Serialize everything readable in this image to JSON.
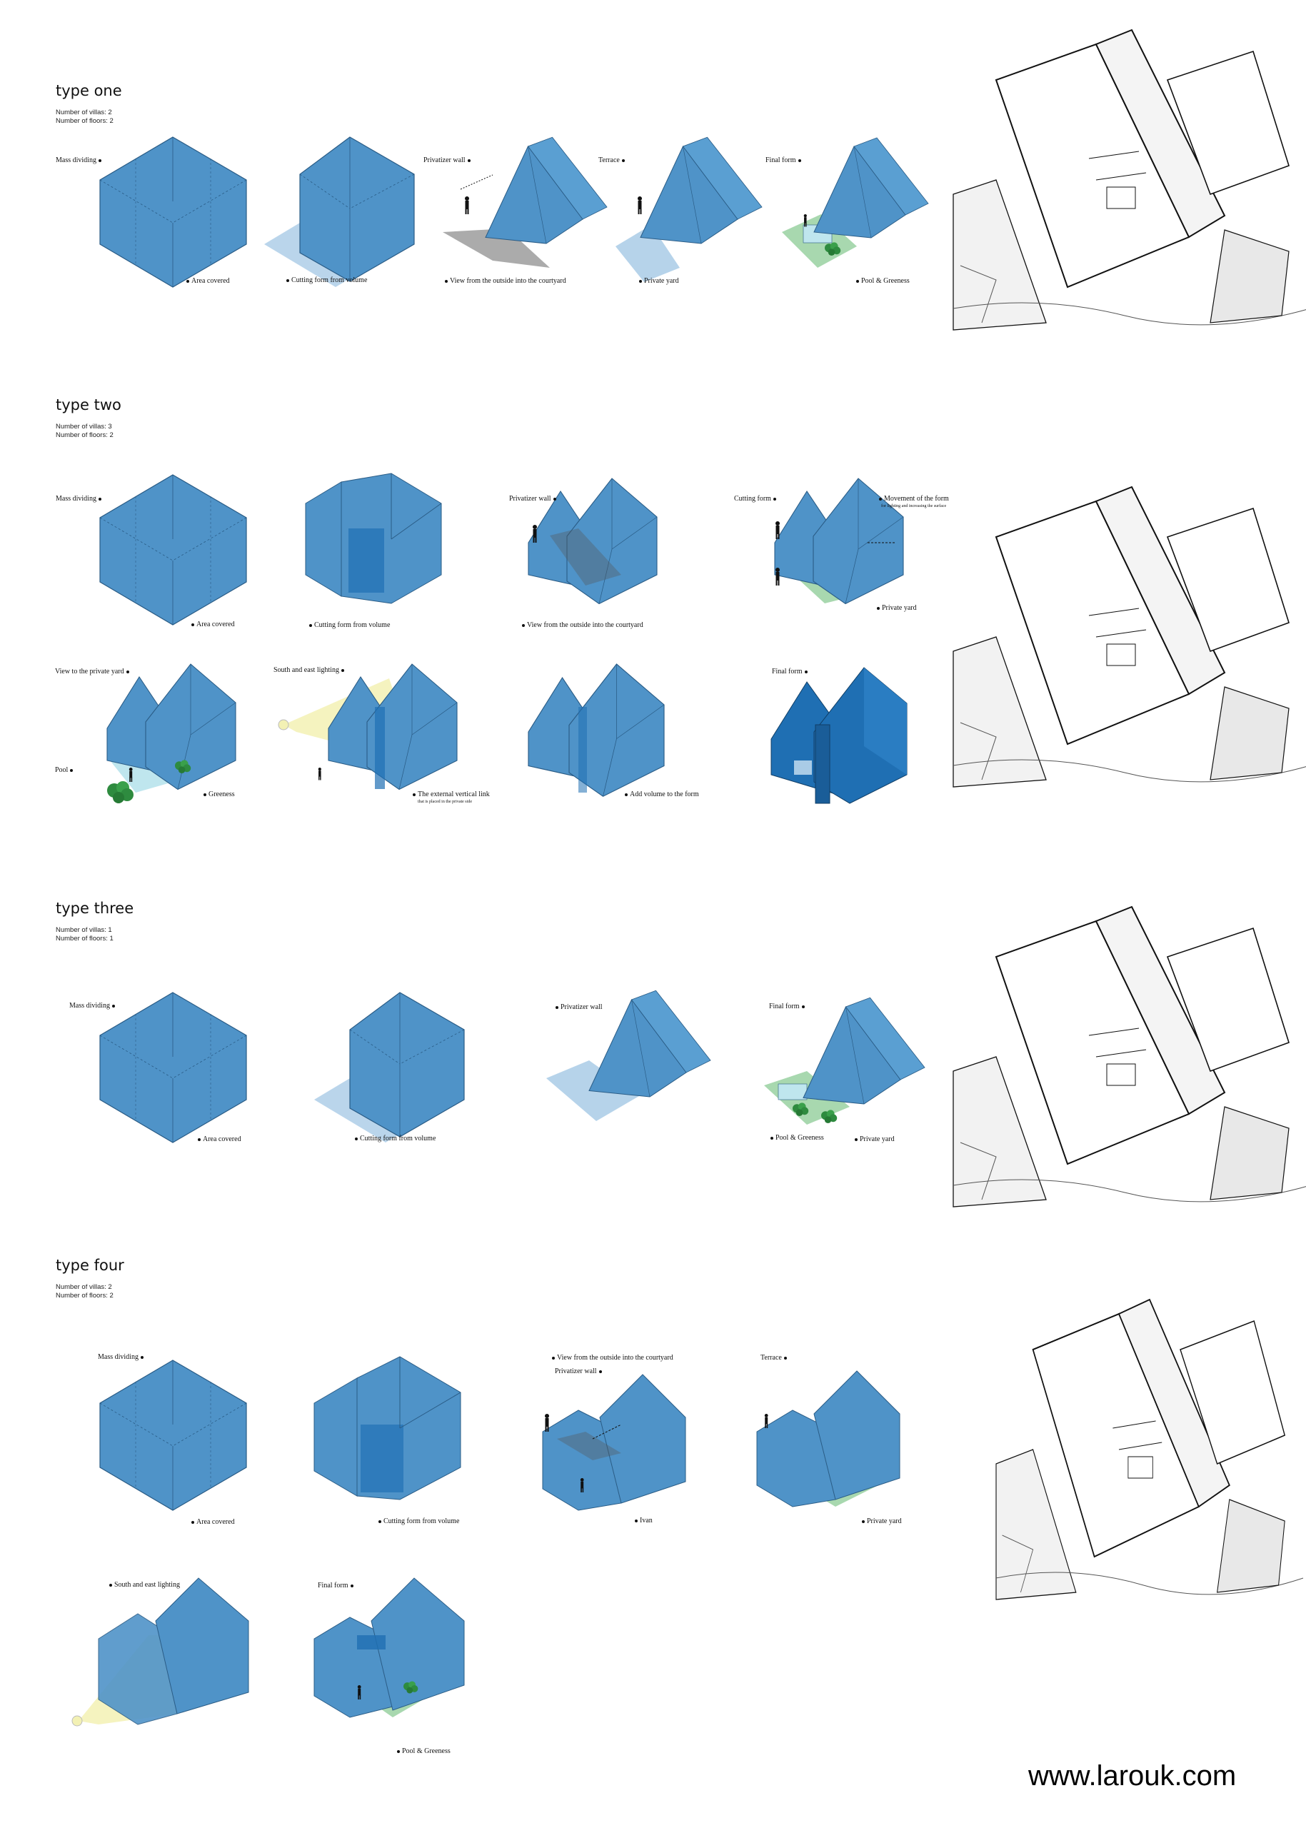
{
  "colors": {
    "volume_blue": "#4f93c8",
    "volume_dark": "#1f6fb3",
    "greenery": "#2e8b3f",
    "pool": "#bfe6ee",
    "light_yellow": "#f3f1b4"
  },
  "sections": [
    {
      "title": "type one",
      "villas": "Number of villas: 2",
      "floors": "Number of floors: 2",
      "labels": {
        "l1": "Mass dividing",
        "l2": "Area covered",
        "l3": "Cutting form from volume",
        "l4": "Privatizer wall",
        "l5": "View from the outside into the courtyard",
        "l6": "Terrace",
        "l7": "Private yard",
        "l8": "Final form",
        "l9": "Pool & Greeness"
      }
    },
    {
      "title": "type two",
      "villas": "Number of villas: 3",
      "floors": "Number of floors: 2",
      "labels": {
        "l1": "Mass dividing",
        "l2": "Area covered",
        "l3": "Cutting form from volume",
        "l4": "Privatizer wall",
        "l5": "View from the outside into the courtyard",
        "l6": "Cutting form",
        "l7": "Movement of the form",
        "l7b": "for lighting and increasing the surface",
        "l8": "Private yard",
        "l9": "View to the private yard",
        "l10": "Pool",
        "l11": "Greeness",
        "l12": "South and east lighting",
        "l13": "The external vertical link",
        "l13b": "that is placed in the private side",
        "l14": "Add volume to the form",
        "l15": "Final form"
      }
    },
    {
      "title": "type three",
      "villas": "Number of villas: 1",
      "floors": "Number of floors: 1",
      "labels": {
        "l1": "Mass dividing",
        "l2": "Area covered",
        "l3": "Cutting form from volume",
        "l4": "Privatizer wall",
        "l5": "Final form",
        "l6": "Pool & Greeness",
        "l7": "Private yard"
      }
    },
    {
      "title": "type four",
      "villas": "Number of villas: 2",
      "floors": "Number of floors: 2",
      "labels": {
        "l1": "Mass dividing",
        "l2": "Area covered",
        "l3": "Cutting form from volume",
        "l4": "View from the outside into the courtyard",
        "l5": "Privatizer wall",
        "l6": "Ivan",
        "l7": "Terrace",
        "l8": "Private yard",
        "l9": "South and east lighting",
        "l10": "Final form",
        "l11": "Pool & Greeness"
      }
    }
  ],
  "footer": {
    "website": "www.larouk.com"
  }
}
